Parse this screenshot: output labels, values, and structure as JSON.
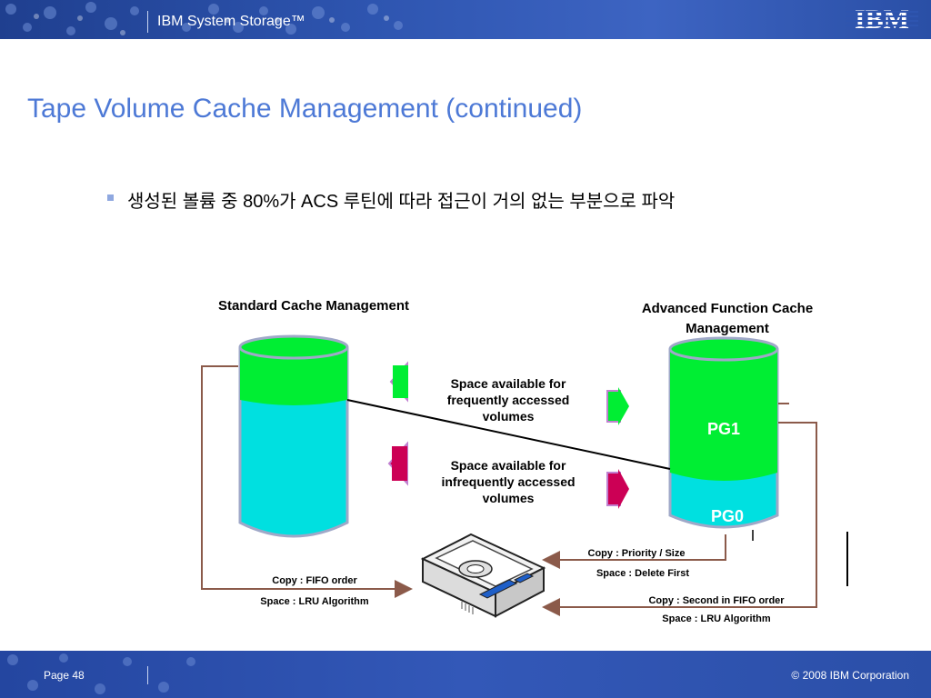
{
  "header": {
    "product": "IBM System Storage™",
    "logo_text": "IBM"
  },
  "title": "Tape Volume Cache Management (continued)",
  "bullet": {
    "text": "생성된 볼륨 중 80%가 ACS 루틴에 따라 접근이 거의 없는 부분으로 파악"
  },
  "diagram": {
    "left_heading": "Standard Cache Management",
    "right_heading_line1": "Advanced Function Cache",
    "right_heading_line2": "Management",
    "freq_line1": "Space available for",
    "freq_line2": "frequently accessed",
    "freq_line3": "volumes",
    "infreq_line1": "Space available for",
    "infreq_line2": "infrequently accessed",
    "infreq_line3": "volumes",
    "pg1": "PG1",
    "pg0": "PG0",
    "copy_priority": "Copy : Priority / Size",
    "space_delete_first": "Space : Delete First",
    "copy_fifo": "Copy : FIFO order",
    "space_lru_left": "Space : LRU Algorithm",
    "copy_second_fifo": "Copy : Second in FIFO order",
    "space_lru_right": "Space : LRU Algorithm"
  },
  "footer": {
    "page": "Page 48",
    "copyright": "© 2008 IBM Corporation"
  },
  "colors": {
    "title_blue": "#4d79d6",
    "green": "#00ee33",
    "cyan": "#00e0e0",
    "magenta": "#cc0055",
    "connector": "#8b5a4a"
  }
}
